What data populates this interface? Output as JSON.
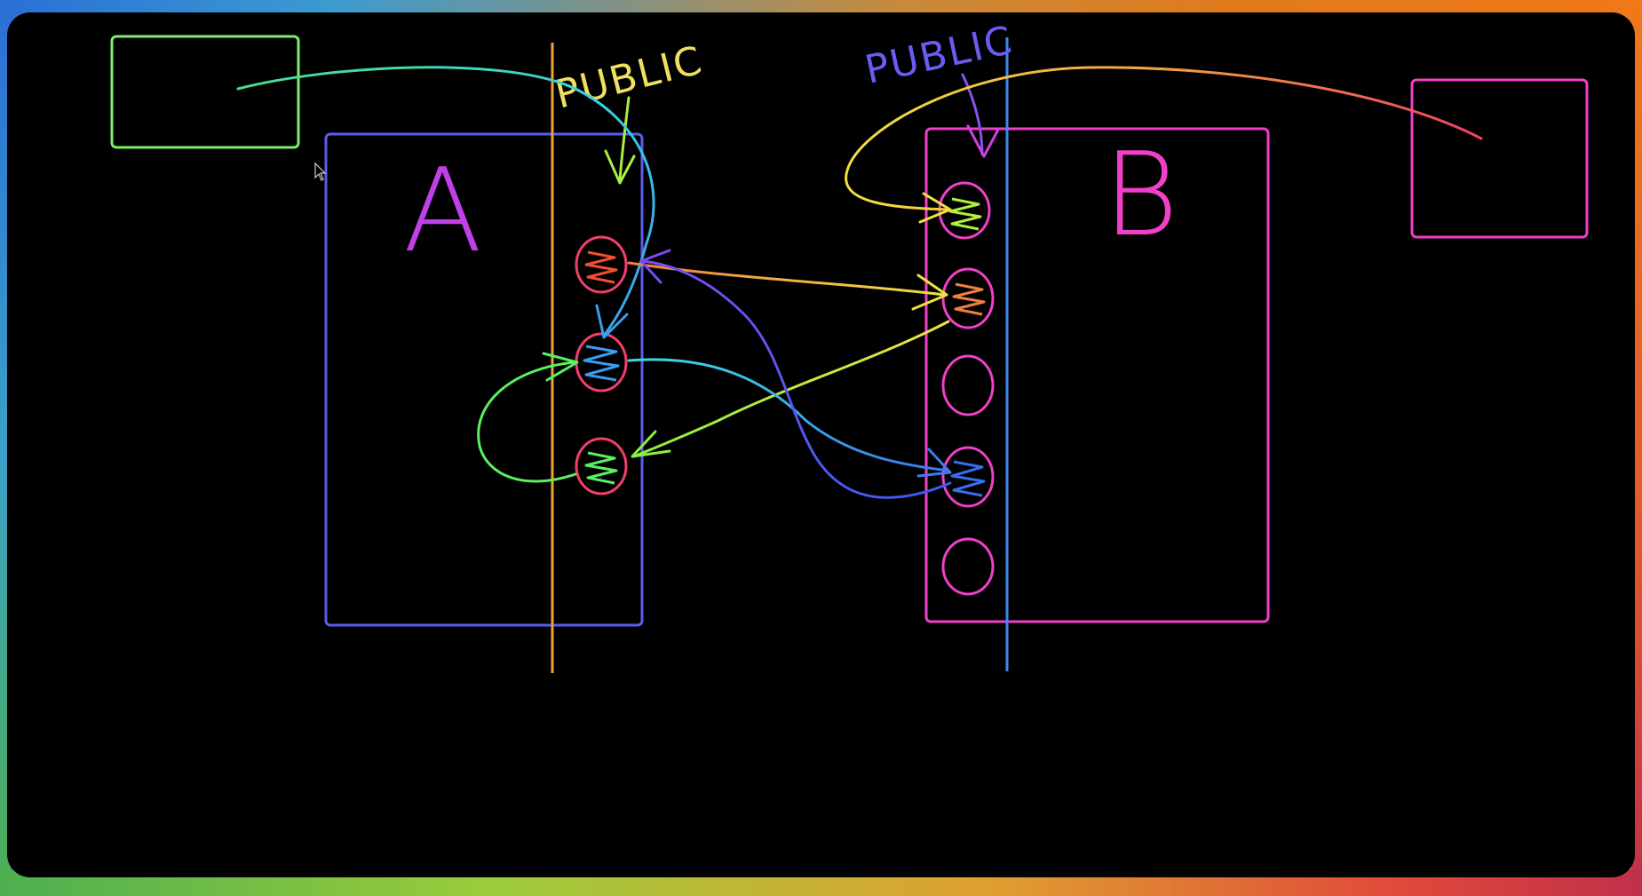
{
  "diagram": {
    "left_label": "A",
    "right_label": "B",
    "left_public_label": "PUBLIC",
    "right_public_label": "PUBLIC"
  },
  "colors": {
    "background": "#000000",
    "box_a": "#5a5cf0",
    "box_b": "#f040c8",
    "boundary_a": "#f2a23a",
    "boundary_b": "#3a8cf0",
    "external_left_box": "#7cf06a",
    "external_right_box": "#f040c8",
    "method_ring": "#f0406a",
    "label_a": "#c040e8",
    "label_b": "#f040c8",
    "public_label_a": "#f0e060",
    "public_label_b": "#6a5cf0"
  }
}
